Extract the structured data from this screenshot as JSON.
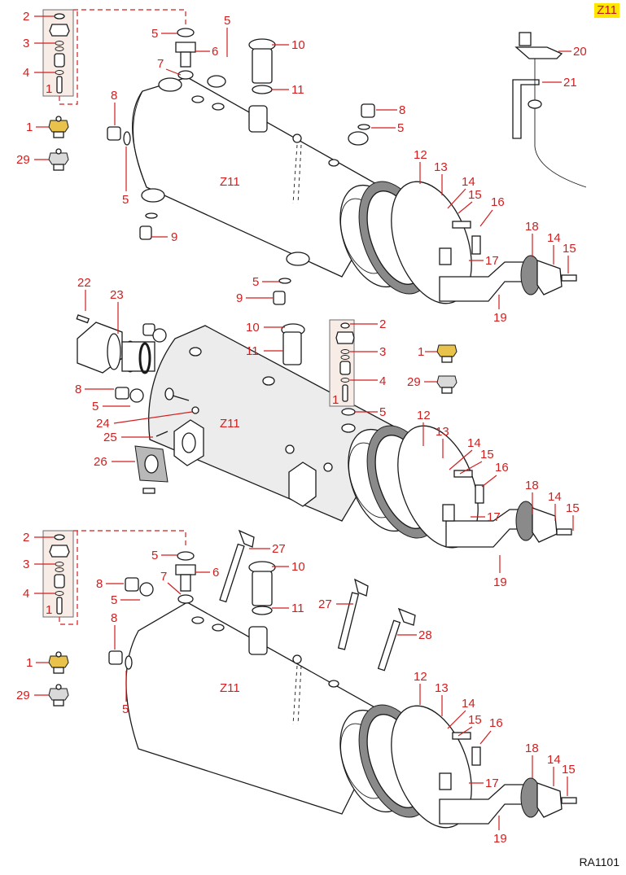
{
  "page": {
    "tag": "Z11",
    "reference_code": "RA1101",
    "accent_color": "#d21e1e",
    "tag_background": "#ffe600"
  },
  "assemblies": [
    {
      "name": "top-boiler",
      "body_label": "Z11",
      "callouts": [
        "2",
        "3",
        "4",
        "1",
        "1",
        "29",
        "5",
        "6",
        "7",
        "5",
        "10",
        "11",
        "8",
        "8",
        "5",
        "5",
        "9",
        "5",
        "9",
        "12",
        "13",
        "14",
        "15",
        "16",
        "17",
        "18",
        "14",
        "15",
        "19",
        "20",
        "21"
      ]
    },
    {
      "name": "middle-boiler",
      "body_label": "Z11",
      "callouts": [
        "22",
        "23",
        "10",
        "11",
        "2",
        "3",
        "4",
        "1",
        "5",
        "1",
        "29",
        "8",
        "5",
        "24",
        "25",
        "26",
        "12",
        "13",
        "14",
        "15",
        "16",
        "17",
        "18",
        "14",
        "15",
        "19"
      ]
    },
    {
      "name": "bottom-boiler",
      "body_label": "Z11",
      "callouts": [
        "2",
        "3",
        "4",
        "1",
        "5",
        "6",
        "27",
        "10",
        "8",
        "5",
        "7",
        "11",
        "27",
        "28",
        "8",
        "1",
        "29",
        "5",
        "12",
        "13",
        "14",
        "15",
        "16",
        "17",
        "18",
        "14",
        "15",
        "19"
      ]
    }
  ],
  "labels": {
    "t2": "2",
    "t3": "3",
    "t4": "4",
    "t1box": "1",
    "t1": "1",
    "t29": "29",
    "t5a": "5",
    "t6": "6",
    "t7": "7",
    "t5b": "5",
    "t10": "10",
    "t11": "11",
    "t8a": "8",
    "t8b": "8",
    "t5c": "5",
    "t5d": "5",
    "t9a": "9",
    "t5e": "5",
    "t9b": "9",
    "t12": "12",
    "t13": "13",
    "t14a": "14",
    "t15a": "15",
    "t16": "16",
    "t17": "17",
    "t18": "18",
    "t14b": "14",
    "t15b": "15",
    "t19": "19",
    "t20": "20",
    "t21": "21",
    "tz": "Z11",
    "m22": "22",
    "m23": "23",
    "m10": "10",
    "m11": "11",
    "m2": "2",
    "m3": "3",
    "m4": "4",
    "m1box": "1",
    "m5a": "5",
    "m1": "1",
    "m29": "29",
    "m8": "8",
    "m5b": "5",
    "m24": "24",
    "m25": "25",
    "m26": "26",
    "m12": "12",
    "m13": "13",
    "m14a": "14",
    "m15a": "15",
    "m16": "16",
    "m17": "17",
    "m18": "18",
    "m14b": "14",
    "m15b": "15",
    "m19": "19",
    "mz": "Z11",
    "b2": "2",
    "b3": "3",
    "b4": "4",
    "b1box": "1",
    "b5a": "5",
    "b6": "6",
    "b27a": "27",
    "b10": "10",
    "b8a": "8",
    "b5b": "5",
    "b7": "7",
    "b11": "11",
    "b27b": "27",
    "b28": "28",
    "b8b": "8",
    "b1": "1",
    "b29": "29",
    "b5c": "5",
    "b12": "12",
    "b13": "13",
    "b14a": "14",
    "b15a": "15",
    "b16": "16",
    "b17": "17",
    "b18": "18",
    "b14b": "14",
    "b15b": "15",
    "b19": "19",
    "bz": "Z11"
  }
}
